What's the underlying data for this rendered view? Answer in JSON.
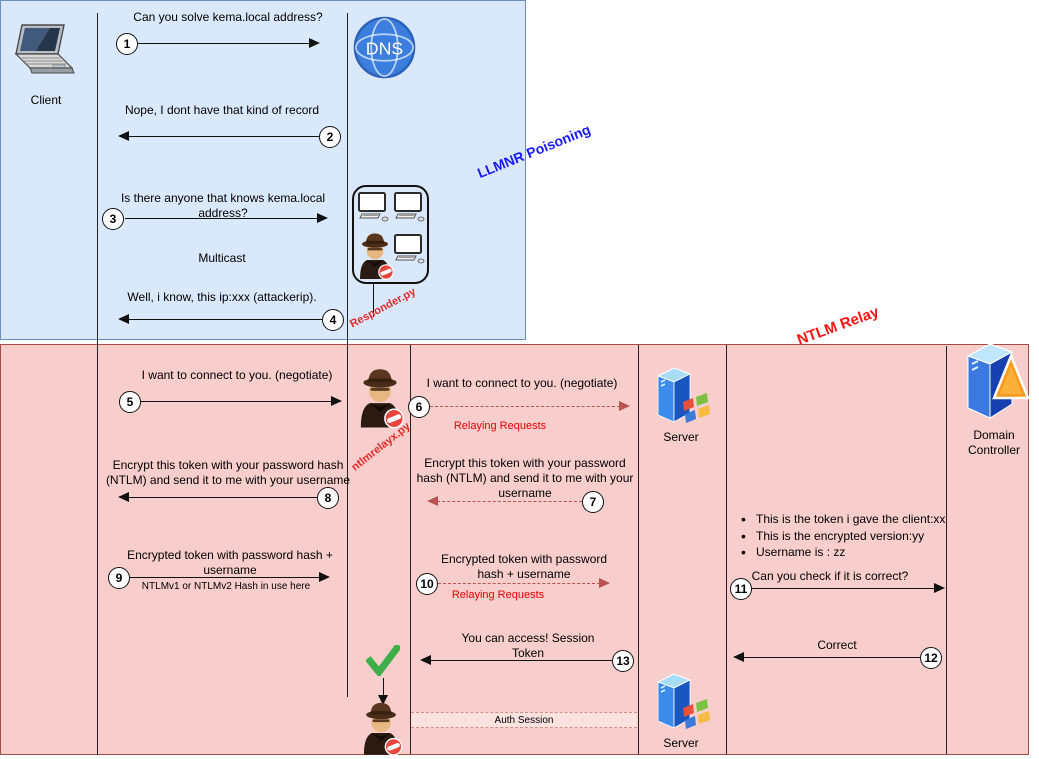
{
  "sections": {
    "llmnr": {
      "title": "LLMNR Poisoning"
    },
    "ntlm": {
      "title": "NTLM Relay"
    }
  },
  "actors": {
    "client": {
      "label": "Client"
    },
    "dns": {
      "label": "DNS"
    },
    "server_top": {
      "label": "Server"
    },
    "server_bottom": {
      "label": "Server"
    },
    "domain_controller": {
      "label": "Domain Controller"
    },
    "responder_tool": {
      "label": "Responder.py"
    },
    "ntlmrelayx_tool": {
      "label": "ntlmrelayx.py"
    }
  },
  "messages": {
    "m1": {
      "num": "1",
      "text": "Can you solve kema.local address?"
    },
    "m2": {
      "num": "2",
      "text": "Nope, I dont have that kind of record"
    },
    "m3": {
      "num": "3",
      "text": "Is there anyone that knows kema.local address?",
      "note": "Multicast"
    },
    "m4": {
      "num": "4",
      "text": "Well, i know, this ip:xxx (attackerip)."
    },
    "m5": {
      "num": "5",
      "text": "I want to connect to you. (negotiate)"
    },
    "m6": {
      "num": "6",
      "text": "I want to connect to you. (negotiate)",
      "sub": "Relaying Requests"
    },
    "m7": {
      "num": "7",
      "text": "Encrypt this token with your password hash (NTLM) and send it to me with your username"
    },
    "m8": {
      "num": "8",
      "text": "Encrypt this token with your password hash (NTLM) and send it to me with your username"
    },
    "m9": {
      "num": "9",
      "text": "Encrypted token with password hash + username",
      "sub": "NTLMv1 or NTLMv2 Hash in use here"
    },
    "m10": {
      "num": "10",
      "text": "Encrypted token with password hash + username",
      "sub": "Relaying Requests"
    },
    "m11": {
      "num": "11",
      "text": "Can you check if it is correct?"
    },
    "m12": {
      "num": "12",
      "text": "Correct"
    },
    "m13": {
      "num": "13",
      "text": "You can access! Session Token"
    }
  },
  "bullets": [
    "This is the token i gave the client:xx",
    "This is the encrypted version:yy",
    "Username is : zz"
  ],
  "auth_session": {
    "label": "Auth Session"
  },
  "colors": {
    "llmnr_fill": "#dae8fc",
    "llmnr_stroke": "#6c8ebf",
    "llmnr_title": "#1a1aff",
    "ntlm_fill": "#f8cecc",
    "ntlm_stroke": "#a64c46",
    "ntlm_title": "#ff1212",
    "relay_arrow": "#b85450",
    "red_label": "#e60000",
    "check_green": "#3fae49"
  }
}
